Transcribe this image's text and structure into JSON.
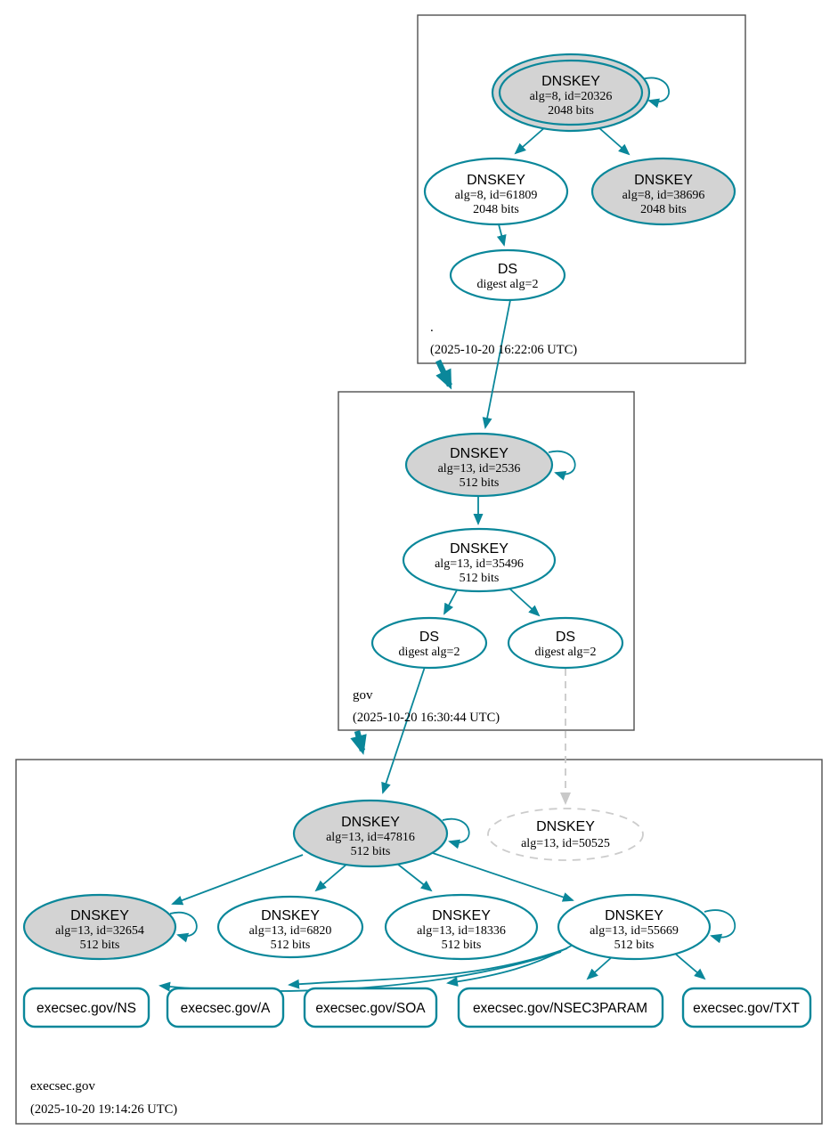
{
  "diagram": {
    "type": "dnssec-authentication-chain",
    "colors": {
      "secure_teal": "#0a879a",
      "key_fill_gray": "#d3d3d3",
      "insecure_dashed_gray": "#c9c9c9",
      "zone_box_border": "#4f4f4f",
      "background": "#ffffff"
    },
    "zones": {
      "root": {
        "label": ".",
        "timestamp": "(2025-10-20 16:22:06 UTC)"
      },
      "gov": {
        "label": "gov",
        "timestamp": "(2025-10-20 16:30:44 UTC)"
      },
      "execsec": {
        "label": "execsec.gov",
        "timestamp": "(2025-10-20 19:14:26 UTC)"
      }
    },
    "nodes": {
      "root_ksk": {
        "title": "DNSKEY",
        "detail": "alg=8, id=20326",
        "bits": "2048 bits"
      },
      "root_zsk": {
        "title": "DNSKEY",
        "detail": "alg=8, id=61809",
        "bits": "2048 bits"
      },
      "root_key_38696": {
        "title": "DNSKEY",
        "detail": "alg=8, id=38696",
        "bits": "2048 bits"
      },
      "root_ds": {
        "title": "DS",
        "detail": "digest alg=2"
      },
      "gov_ksk": {
        "title": "DNSKEY",
        "detail": "alg=13, id=2536",
        "bits": "512 bits"
      },
      "gov_zsk": {
        "title": "DNSKEY",
        "detail": "alg=13, id=35496",
        "bits": "512 bits"
      },
      "gov_ds_left": {
        "title": "DS",
        "detail": "digest alg=2"
      },
      "gov_ds_right": {
        "title": "DS",
        "detail": "digest alg=2"
      },
      "execsec_ksk": {
        "title": "DNSKEY",
        "detail": "alg=13, id=47816",
        "bits": "512 bits"
      },
      "execsec_key_50525": {
        "title": "DNSKEY",
        "detail": "alg=13, id=50525"
      },
      "execsec_key_32654": {
        "title": "DNSKEY",
        "detail": "alg=13, id=32654",
        "bits": "512 bits"
      },
      "execsec_key_6820": {
        "title": "DNSKEY",
        "detail": "alg=13, id=6820",
        "bits": "512 bits"
      },
      "execsec_key_18336": {
        "title": "DNSKEY",
        "detail": "alg=13, id=18336",
        "bits": "512 bits"
      },
      "execsec_key_55669": {
        "title": "DNSKEY",
        "detail": "alg=13, id=55669",
        "bits": "512 bits"
      }
    },
    "rrsets": [
      {
        "label": "execsec.gov/NS"
      },
      {
        "label": "execsec.gov/A"
      },
      {
        "label": "execsec.gov/SOA"
      },
      {
        "label": "execsec.gov/NSEC3PARAM"
      },
      {
        "label": "execsec.gov/TXT"
      }
    ]
  }
}
